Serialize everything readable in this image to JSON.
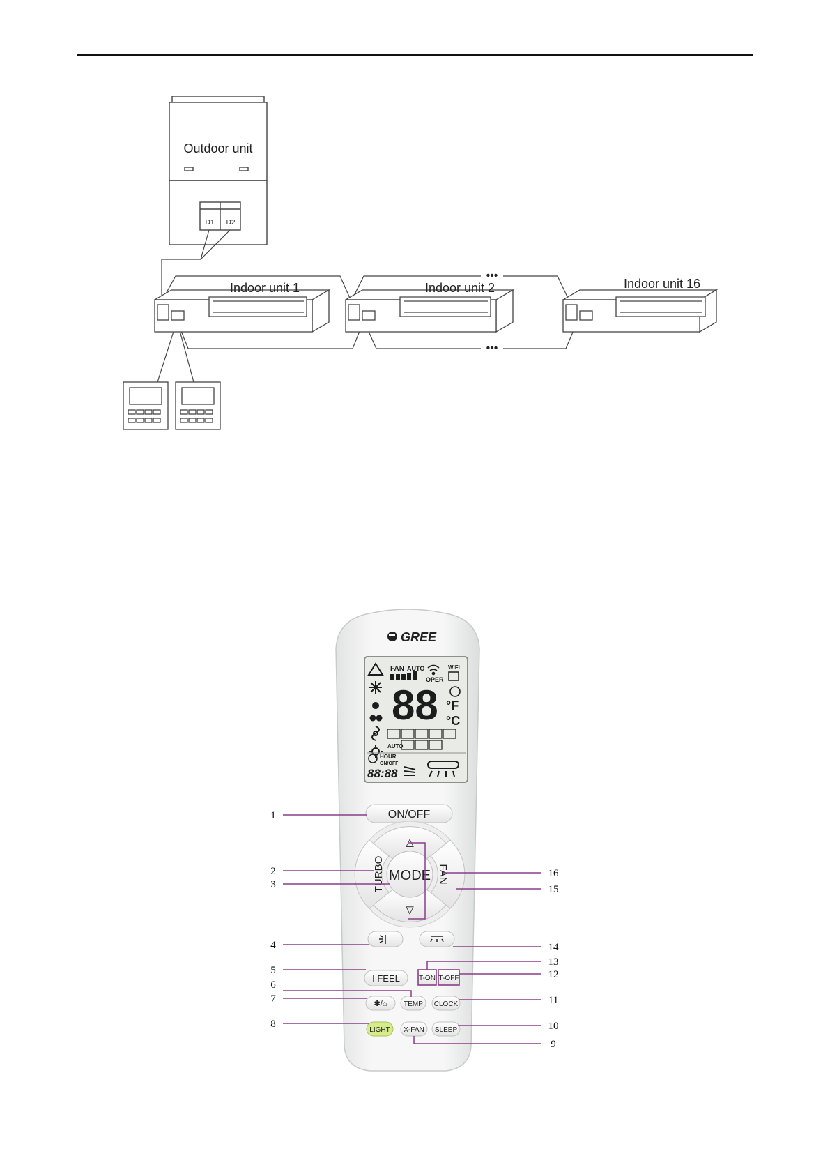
{
  "diagram": {
    "outdoor_label": "Outdoor unit",
    "terminal_d1": "D1",
    "terminal_d2": "D2",
    "indoor_1_label": "Indoor unit 1",
    "indoor_2_label": "Indoor unit 2",
    "indoor_16_label": "Indoor unit 16",
    "ellipsis": "•••"
  },
  "remote": {
    "brand": "GREE",
    "lcd": {
      "fan": "FAN",
      "auto": "AUTO",
      "wifi": "WiFi",
      "oper": "OPER",
      "digits": "88",
      "unit_f": "°F",
      "unit_c": "°C",
      "auto_small": "AUTO",
      "hour": "HOUR",
      "onoff": "ON/OFF",
      "time": "88:88"
    },
    "buttons": {
      "onoff": "ON/OFF",
      "turbo": "TURBO",
      "mode": "MODE",
      "fan": "FAN",
      "up": "△",
      "down": "▽",
      "ifeel": "I FEEL",
      "ton": "T-ON",
      "toff": "T-OFF",
      "health": "✱/⌂",
      "temp": "TEMP",
      "clock": "CLOCK",
      "light": "LIGHT",
      "xfan": "X-FAN",
      "sleep": "SLEEP"
    },
    "callouts": {
      "c1": "1",
      "c2": "2",
      "c3": "3",
      "c4": "4",
      "c5": "5",
      "c6": "6",
      "c7": "7",
      "c8": "8",
      "c9": "9",
      "c10": "10",
      "c11": "11",
      "c12": "12",
      "c13": "13",
      "c14": "14",
      "c15": "15",
      "c16": "16"
    },
    "colors": {
      "callout_line": "#8a3d8a",
      "light_button": "#d6ec8a",
      "lcd_bg": "#e9ebe6"
    }
  }
}
